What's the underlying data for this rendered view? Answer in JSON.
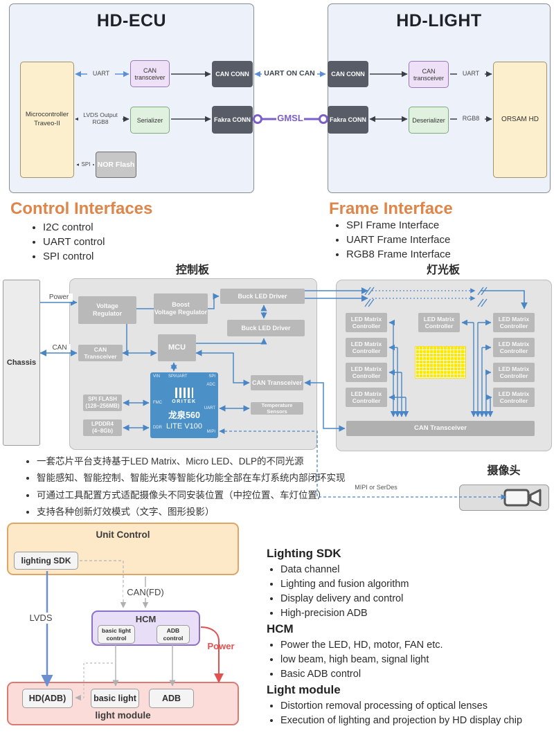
{
  "hd_ecu": {
    "title": "HD-ECU",
    "mcu": "Microcontroller\nTraveo-II",
    "can_transceiver": "CAN transceiver",
    "serializer": "Serializer",
    "nor_flash": "NOR Flash",
    "can_conn": "CAN CONN",
    "fakra_conn": "Fakra CONN",
    "uart_label": "UART",
    "lvds_label": "LVDS Output\nRGB8",
    "spi_label": "SPI"
  },
  "link": {
    "uart_on_can": "UART ON CAN",
    "gmsl": "GMSL"
  },
  "hd_light": {
    "title": "HD-LIGHT",
    "can_conn": "CAN CONN",
    "fakra_conn": "Fakra CONN",
    "can_transceiver": "CAN transceiver",
    "deserializer": "Deserializer",
    "orsam": "ORSAM HD",
    "uart_label": "UART",
    "rgb8_label": "RGB8"
  },
  "control_interfaces": {
    "title": "Control Interfaces",
    "items": [
      "I2C control",
      "UART control",
      "SPI control"
    ]
  },
  "frame_interface": {
    "title": "Frame Interface",
    "items": [
      "SPI Frame Interface",
      "UART Frame Interface",
      "RGB8 Frame Interface"
    ]
  },
  "boards": {
    "control_board_title": "控制板",
    "light_board_title": "灯光板",
    "chassis": "Chassis",
    "power_label": "Power",
    "can_label": "CAN",
    "voltage_regulator": "Voltage\nRegulator",
    "boost_regulator": "Boost\nVoltage Regulator",
    "buck_driver": "Buck LED Driver",
    "mcu": "MCU",
    "can_transceiver_small": "CAN\nTransceiver",
    "spi_flash": "SPI FLASH\n(128~256MB)",
    "lpddr4": "LPDDR4\n(4~8Gb)",
    "can_transceiver": "CAN Transceiver",
    "temperature_sensors": "Temperature Sensors",
    "chip": {
      "brand": "ORITEK",
      "name": "龙泉560",
      "model": "LITE V100",
      "pins": {
        "vin": "VIN",
        "spi_uart": "SPI/UART",
        "spi": "SPI",
        "adc": "ADC",
        "fmc": "FMC",
        "uart": "UART",
        "ddr": "DDR",
        "mipi": "MIPI"
      }
    },
    "led_matrix_controller": "LED Matrix\nController",
    "camera_title": "摄像头",
    "mipi_label": "MIPI or SerDes"
  },
  "features": [
    "一套芯片平台支持基于LED Matrix、Micro LED、DLP的不同光源",
    "智能感知、智能控制、智能光束等智能化功能全部在车灯系统内部闭环实现",
    "可通过工具配置方式适配摄像头不同安装位置（中控位置、车灯位置）",
    "支持各种创新灯效模式（文字、图形投影）"
  ],
  "sw": {
    "unit_control": "Unit Control",
    "lighting_sdk": "lighting SDK",
    "lvds": "LVDS",
    "can_fd": "CAN(FD)",
    "hcm": "HCM",
    "basic_light_control": "basic light\ncontrol",
    "adb_control": "ADB\ncontrol",
    "power": "Power",
    "light_module": "light module",
    "hd_adb": "HD(ADB)",
    "basic_light": "basic light",
    "adb": "ADB"
  },
  "descriptions": [
    {
      "heading": "Lighting SDK",
      "items": [
        "Data channel",
        "Lighting and fusion algorithm",
        "Display delivery and control",
        "High-precision ADB"
      ]
    },
    {
      "heading": "HCM",
      "items": [
        "Power the LED, HD, motor, FAN etc.",
        "low beam, high beam, signal light",
        "Basic ADB control"
      ]
    },
    {
      "heading": "Light module",
      "items": [
        "Distortion removal processing of optical lenses",
        "Execution of lighting and projection by HD display chip"
      ]
    }
  ],
  "colors": {
    "accent_orange": "#e0854a",
    "gmsl_purple": "#7b5ec7",
    "arrow_blue": "#4a86c5",
    "chip_blue": "#4b90c6",
    "power_red": "#e05252",
    "matrix_yellow": "#ffe800"
  }
}
